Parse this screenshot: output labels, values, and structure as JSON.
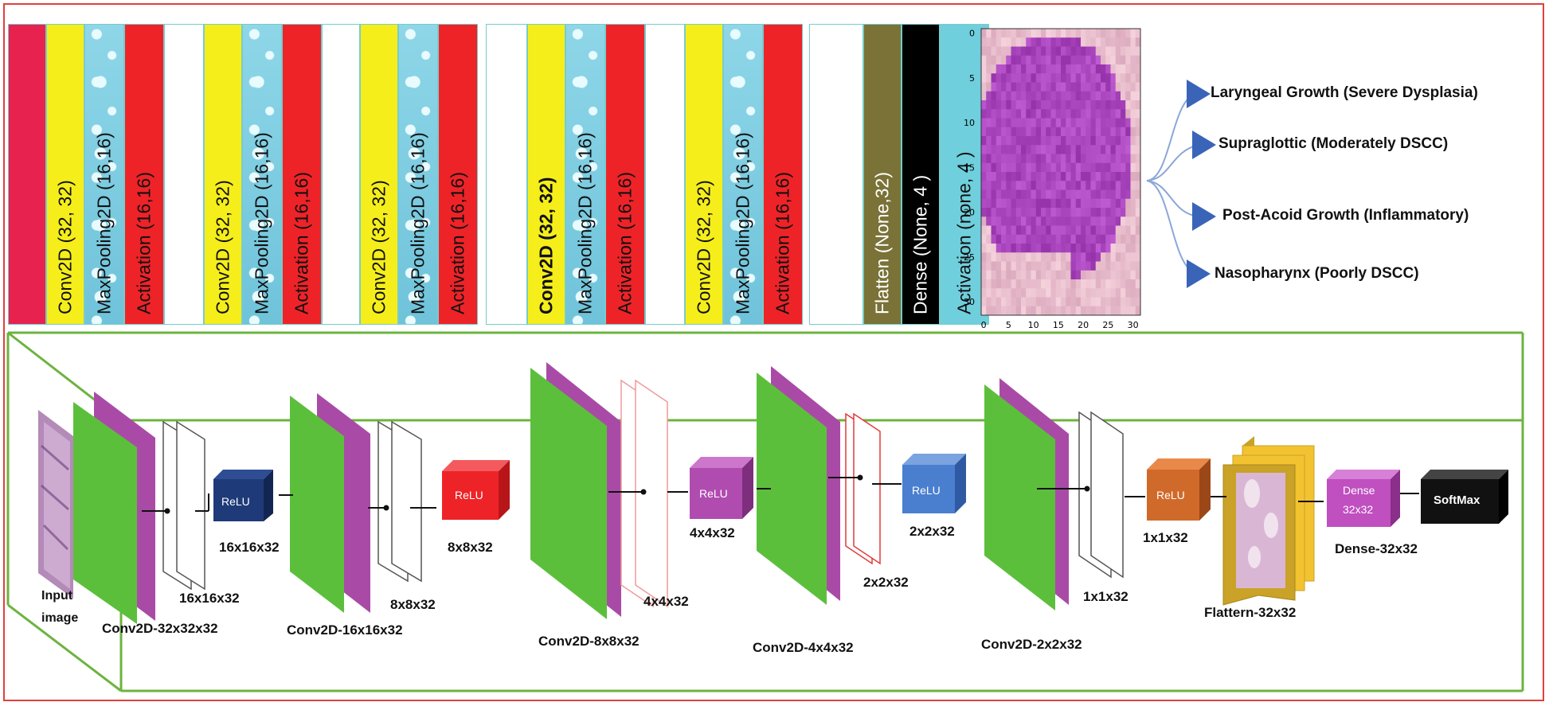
{
  "layers": [
    {
      "label": "",
      "color": "#e8224f",
      "textColor": "#111"
    },
    {
      "label": "Conv2D (32, 32)",
      "color": "#f5ee1b",
      "textColor": "#111"
    },
    {
      "label": "MaxPooling2D (16,16)",
      "color": "water",
      "textColor": "#111"
    },
    {
      "label": "Activation (16,16)",
      "color": "#ee2328",
      "textColor": "#111"
    },
    {
      "label": "",
      "color": "#ffffff",
      "textColor": "#111"
    },
    {
      "label": "Conv2D (32, 32)",
      "color": "#f5ee1b",
      "textColor": "#111"
    },
    {
      "label": "MaxPooling2D (16,16)",
      "color": "water",
      "textColor": "#111"
    },
    {
      "label": "Activation (16,16)",
      "color": "#ee2328",
      "textColor": "#111"
    },
    {
      "label": "",
      "color": "#ffffff",
      "textColor": "#111"
    },
    {
      "label": "Conv2D (32, 32)",
      "color": "#f5ee1b",
      "textColor": "#111"
    },
    {
      "label": "MaxPooling2D (16,16)",
      "color": "water",
      "textColor": "#111"
    },
    {
      "label": "Activation (16,16)",
      "color": "#ee2328",
      "textColor": "#111"
    },
    {
      "label": "",
      "color": "#ffffff",
      "textColor": "#111"
    },
    {
      "label": "Conv2D (32, 32)",
      "color": "#f5ee1b",
      "textColor": "#111",
      "bold": true
    },
    {
      "label": "MaxPooling2D (16,16)",
      "color": "water",
      "textColor": "#111"
    },
    {
      "label": "Activation (16,16)",
      "color": "#ee2328",
      "textColor": "#111"
    },
    {
      "label": "",
      "color": "#ffffff",
      "textColor": "#111"
    },
    {
      "label": "Conv2D (32, 32)",
      "color": "#f5ee1b",
      "textColor": "#111"
    },
    {
      "label": "MaxPooling2D (16,16)",
      "color": "water",
      "textColor": "#111"
    },
    {
      "label": "Activation (16,16)",
      "color": "#ee2328",
      "textColor": "#111"
    },
    {
      "label": "",
      "color": "#ffffff",
      "textColor": "#111"
    },
    {
      "label": "Flatten (None,32)",
      "color": "#7a7236",
      "textColor": "#ffffff"
    },
    {
      "label": "Dense (None, 4 )",
      "color": "#000000",
      "textColor": "#ffffff"
    },
    {
      "label": "Activation (none, 4 )",
      "color": "#6fcfdc",
      "textColor": "#111"
    }
  ],
  "sample_plot": {
    "x_ticks": [
      "0",
      "5",
      "10",
      "15",
      "20",
      "25",
      "30"
    ],
    "y_ticks": [
      "0",
      "5",
      "10",
      "15",
      "20",
      "25",
      "30"
    ]
  },
  "classes": [
    "Laryngeal Growth (Severe Dysplasia)",
    "Supraglottic (Moderately DSCC)",
    "Post-Acoid Growth (Inflammatory)",
    "Nasopharynx (Poorly DSCC)"
  ],
  "cnn": {
    "input_label_1": "Input",
    "input_label_2": "image",
    "conv1": "Conv2D-32x32x32",
    "pool1": "16x16x32",
    "relu1_dim": "16x16x32",
    "conv2": "Conv2D-16x16x32",
    "pool2": "8x8x32",
    "relu2_dim": "8x8x32",
    "conv3": "Conv2D-8x8x32",
    "pool3": "4x4x32",
    "relu3_dim": "4x4x32",
    "conv4": "Conv2D-4x4x32",
    "pool4": "2x2x32",
    "relu4_dim": "2x2x32",
    "conv5": "Conv2D-2x2x32",
    "pool5": "1x1x32",
    "relu5_dim": "1x1x32",
    "flatten": "Flattern-32x32",
    "dense_top": "Dense",
    "dense_bottom": "32x32",
    "dense_caption": "Dense-32x32",
    "relu": "ReLU",
    "softmax": "SoftMax"
  },
  "colors": {
    "frame": "#e0403e",
    "green_box": "#6db33f",
    "conv_green": "#5cbf3c",
    "conv_purple": "#a94ba6",
    "relu1": "#1f3a78",
    "relu2": "#ee2328",
    "relu3": "#b04cb0",
    "relu4": "#4a7fcf",
    "relu5": "#d06a2a",
    "dense": "#c04fc0",
    "softmax": "#111111",
    "flatten_gold": "#c9a227",
    "arrow_blue": "#3a64b8"
  }
}
